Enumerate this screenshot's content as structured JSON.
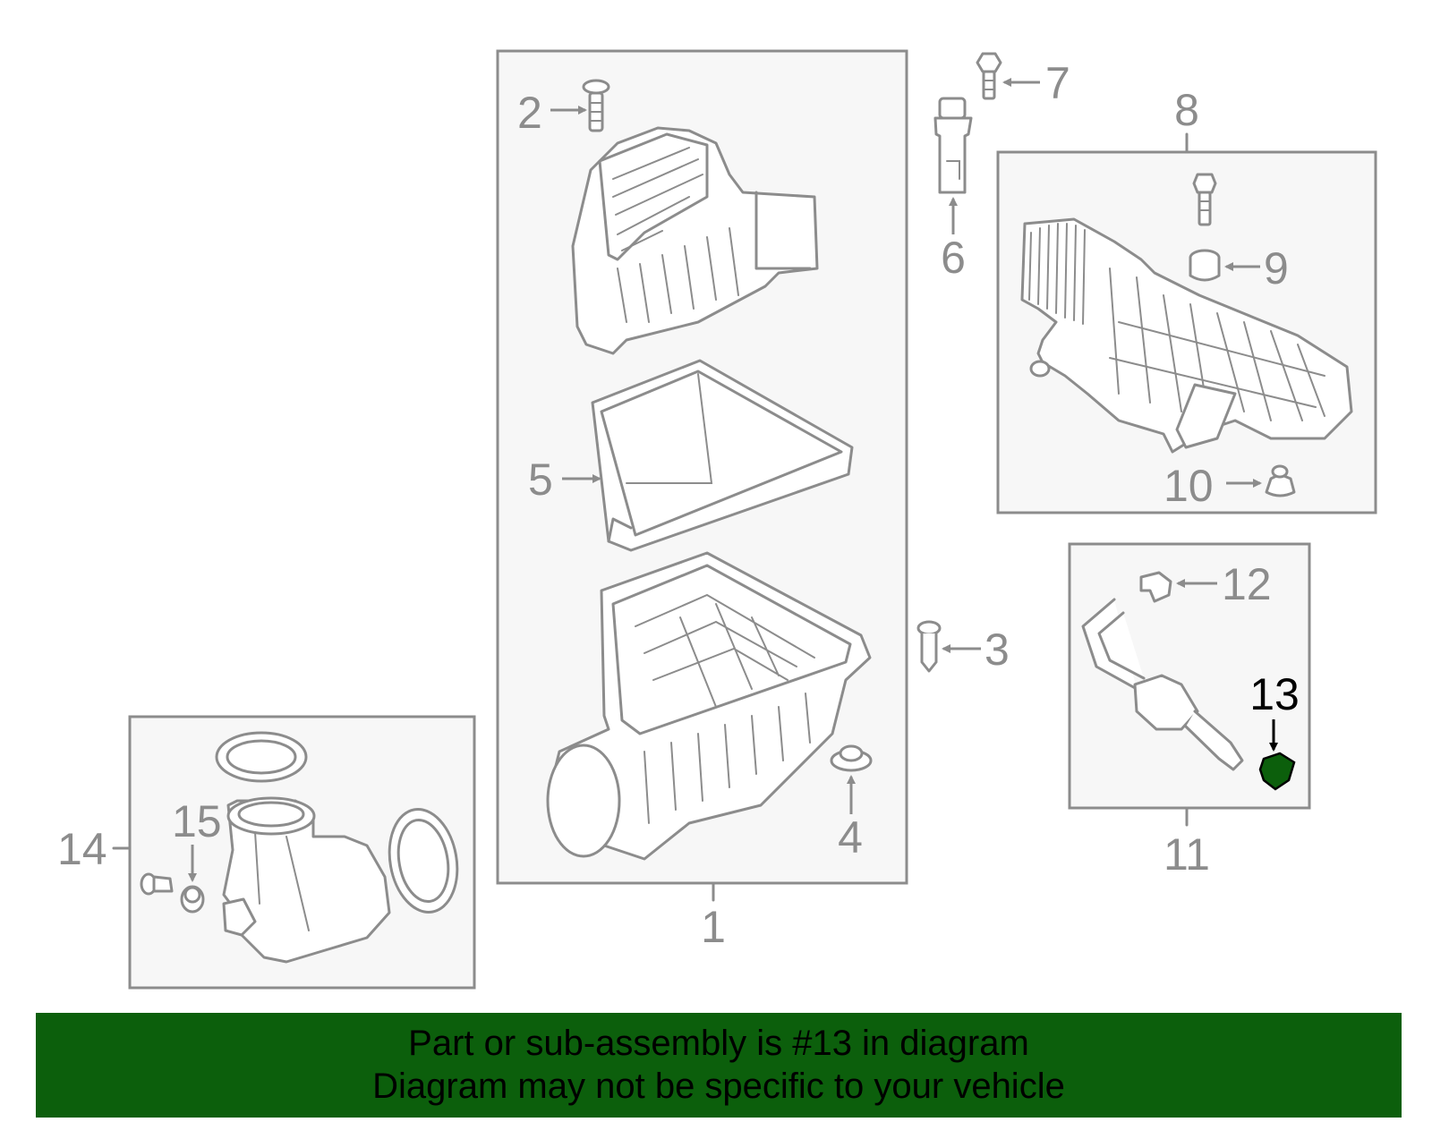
{
  "diagram": {
    "highlight_color": "#0c5f0c",
    "line_color": "#8c8c8c",
    "callouts": [
      "1",
      "2",
      "3",
      "4",
      "5",
      "6",
      "7",
      "8",
      "9",
      "10",
      "11",
      "12",
      "13",
      "14",
      "15"
    ],
    "highlighted_callout": "13"
  },
  "banner": {
    "line1": "Part or sub-assembly is #13 in diagram",
    "line2": "Diagram may not be specific to your vehicle"
  }
}
